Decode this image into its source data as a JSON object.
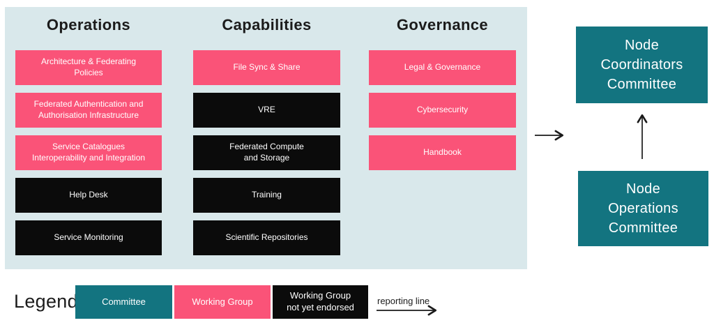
{
  "panel": {
    "columns": [
      {
        "title": "Operations",
        "boxes": [
          {
            "label": "Architecture & Federating\nPolicies",
            "type": "working-group"
          },
          {
            "label": "Federated Authentication and\nAuthorisation Infrastructure",
            "type": "working-group"
          },
          {
            "label": "Service Catalogues\nInteroperability and Integration",
            "type": "working-group"
          },
          {
            "label": "Help Desk",
            "type": "working-group-not-yet-endorsed"
          },
          {
            "label": "Service Monitoring",
            "type": "working-group-not-yet-endorsed"
          }
        ]
      },
      {
        "title": "Capabilities",
        "boxes": [
          {
            "label": "File Sync & Share",
            "type": "working-group"
          },
          {
            "label": "VRE",
            "type": "working-group-not-yet-endorsed"
          },
          {
            "label": "Federated Compute\nand Storage",
            "type": "working-group-not-yet-endorsed"
          },
          {
            "label": "Training",
            "type": "working-group-not-yet-endorsed"
          },
          {
            "label": "Scientific Repositories",
            "type": "working-group-not-yet-endorsed"
          }
        ]
      },
      {
        "title": "Governance",
        "boxes": [
          {
            "label": "Legal & Governance",
            "type": "working-group"
          },
          {
            "label": "Cybersecurity",
            "type": "working-group"
          },
          {
            "label": "Handbook",
            "type": "working-group"
          }
        ]
      }
    ]
  },
  "committees": [
    {
      "label": "Node\nCoordinators\nCommittee",
      "type": "committee"
    },
    {
      "label": "Node\nOperations\nCommittee",
      "type": "committee"
    }
  ],
  "legend": {
    "title": "Legend",
    "items": [
      {
        "label": "Committee",
        "type": "committee"
      },
      {
        "label": "Working Group",
        "type": "working-group"
      },
      {
        "label": "Working Group\nnot yet endorsed",
        "type": "working-group-not-yet-endorsed"
      }
    ],
    "reporting_line_label": "reporting line"
  },
  "colors": {
    "committee": "#137480",
    "working_group": "#fa5378",
    "not_endorsed": "#0b0b0b",
    "panel_bg": "#d9e8eb",
    "text_dark": "#1b1b1b",
    "text_light": "#ffffff"
  }
}
